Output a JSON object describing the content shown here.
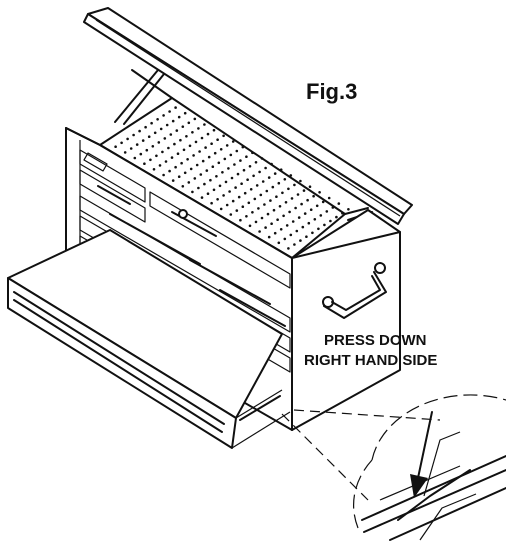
{
  "figure": {
    "label": "Fig.3",
    "note_line1": "PRESS DOWN",
    "note_line2": "RIGHT HAND SIDE",
    "ink_color": "#111111",
    "paper_color": "#ffffff"
  }
}
